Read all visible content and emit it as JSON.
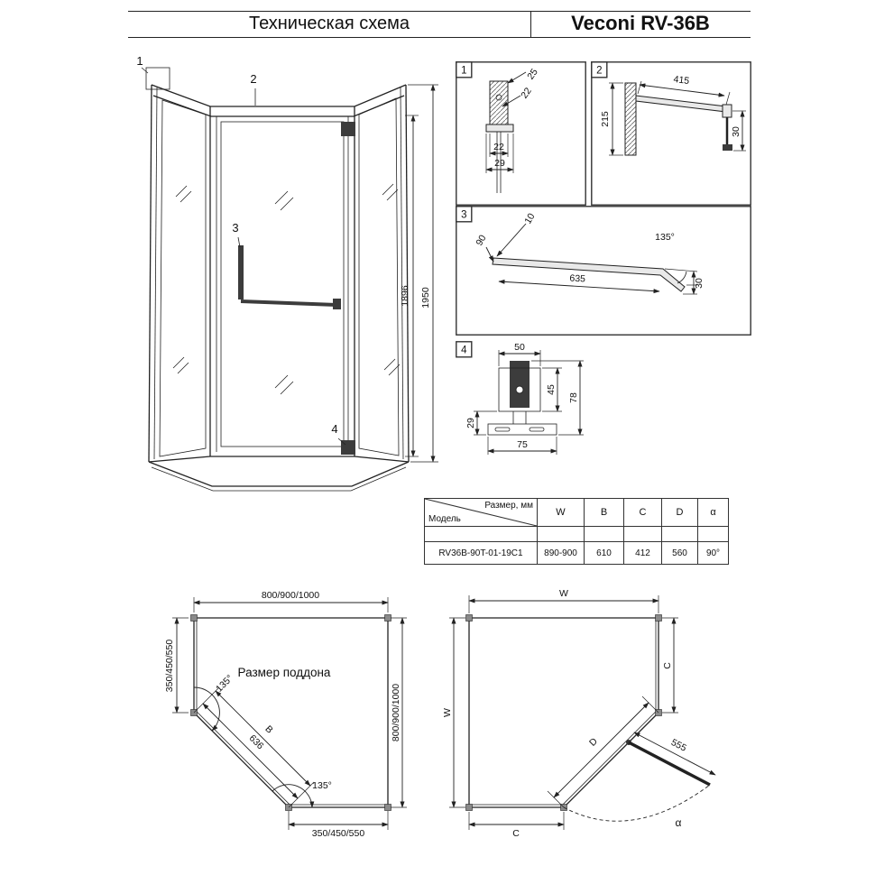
{
  "header": {
    "title": "Техническая схема",
    "model": "Veconi RV-36B"
  },
  "front_view": {
    "callout_1": "1",
    "callout_2": "2",
    "callout_3": "3",
    "callout_4": "4",
    "dim_glass_height": "1896",
    "dim_total_height": "1950"
  },
  "detail_1": {
    "label": "1",
    "dim_profile_depth": "25",
    "dim_profile_side": "22",
    "dim_inner_width": "22",
    "dim_outer_width": "29"
  },
  "detail_2": {
    "label": "2",
    "dim_profile_height": "215",
    "dim_arm_length": "415",
    "dim_end_drop": "30"
  },
  "detail_3": {
    "label": "3",
    "dim_tip": "10",
    "dim_end_cut": "90",
    "dim_bar_length": "635",
    "angle": "135°",
    "dim_bend_drop": "30"
  },
  "detail_4": {
    "label": "4",
    "dim_top_width": "50",
    "dim_clamp_height": "45",
    "dim_total_height": "78",
    "dim_base_height": "29",
    "dim_base_width": "75"
  },
  "table": {
    "corner_top": "Размер, мм",
    "corner_left": "Модель",
    "columns": [
      "W",
      "B",
      "C",
      "D",
      "α"
    ],
    "row_model": "RV36B-90T-01-19C1",
    "row_values": [
      "890-900",
      "610",
      "412",
      "560",
      "90°"
    ]
  },
  "plan_left": {
    "title": "Размер поддона",
    "dim_top": "800/900/1000",
    "dim_left": "350/450/550",
    "dim_right": "800/900/1000",
    "dim_bottom": "350/450/550",
    "dim_diag_label": "B",
    "dim_diag_value": "636",
    "angle_top": "135°",
    "angle_bottom": "135°"
  },
  "plan_right": {
    "dim_top": "W",
    "dim_left": "W",
    "dim_right": "C",
    "dim_bottom": "C",
    "dim_diag": "D",
    "dim_door": "555",
    "angle_swing": "α"
  }
}
